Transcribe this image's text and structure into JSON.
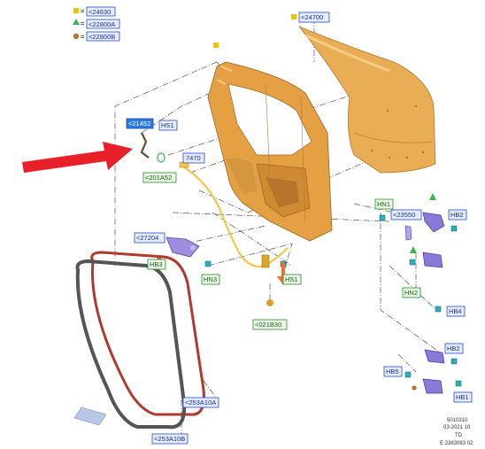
{
  "legend": [
    {
      "code": "<24630",
      "marker": "square",
      "color": "#f2c200"
    },
    {
      "code": "<22800A",
      "marker": "triangle",
      "color": "#3cb44b"
    },
    {
      "code": "<22800B",
      "marker": "circle",
      "color": "#b8732f"
    }
  ],
  "callouts": [
    {
      "id": "24700",
      "text": "<24700",
      "style": "blue"
    },
    {
      "id": "21452",
      "text": "<21452",
      "style": "highlight"
    },
    {
      "id": "hs1_top",
      "text": "HS1",
      "style": "blue"
    },
    {
      "id": "7470",
      "text": "7470",
      "style": "blue"
    },
    {
      "id": "201a52",
      "text": "<201A52",
      "style": "green"
    },
    {
      "id": "27204",
      "text": "<27204",
      "style": "blue"
    },
    {
      "id": "hb3",
      "text": "HB3",
      "style": "green"
    },
    {
      "id": "hn3",
      "text": "HN3",
      "style": "green"
    },
    {
      "id": "hs1_mid",
      "text": "HS1",
      "style": "green"
    },
    {
      "id": "021b30",
      "text": "<021B30",
      "style": "green"
    },
    {
      "id": "hn1",
      "text": "HN1",
      "style": "green"
    },
    {
      "id": "23550",
      "text": "<23550",
      "style": "blue"
    },
    {
      "id": "hb2_top",
      "text": "HB2",
      "style": "blue"
    },
    {
      "id": "hn2",
      "text": "HN2",
      "style": "green"
    },
    {
      "id": "hb4",
      "text": "HB4",
      "style": "blue"
    },
    {
      "id": "hb2_bot",
      "text": "HB2",
      "style": "blue"
    },
    {
      "id": "hb5",
      "text": "HB5",
      "style": "blue"
    },
    {
      "id": "hb1",
      "text": "HB1",
      "style": "blue"
    },
    {
      "id": "253a10a",
      "text": "<253A10A",
      "style": "blue"
    },
    {
      "id": "253a10b",
      "text": "<253A10B",
      "style": "blue"
    }
  ],
  "footer": {
    "line1": "5010310",
    "line2": "03-2021 10",
    "line3": "TD",
    "line4": "E 2383083 02"
  },
  "colors": {
    "panel": "#e8a84a",
    "seal_red": "#b03a2e",
    "seal_grey": "#555555",
    "pointer_arrow": "#e8202a",
    "cable": "#f2c84b",
    "latch": "#8a7ad8"
  }
}
